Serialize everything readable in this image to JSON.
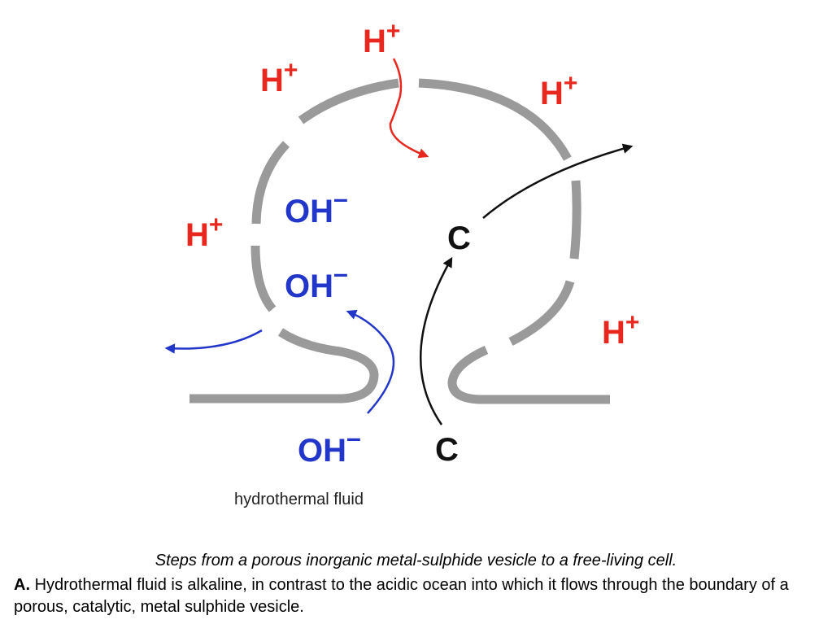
{
  "labels": {
    "h_plus": "H",
    "plus": "+",
    "oh_minus": "OH",
    "minus": "–",
    "carbon": "C",
    "fluid": "hydrothermal fluid"
  },
  "caption": {
    "title": "Steps from a porous inorganic metal-sulphide vesicle to a free-living cell.",
    "part_letter": "A.",
    "body": "Hydrothermal fluid is alkaline, in contrast to the acidic ocean into which it flows through the boundary of a porous, catalytic, metal sulphide vesicle."
  },
  "colors": {
    "membrane": "#9a9a9a",
    "proton": "#e8281e",
    "hydroxide": "#2236c9",
    "carbon": "#111111"
  }
}
